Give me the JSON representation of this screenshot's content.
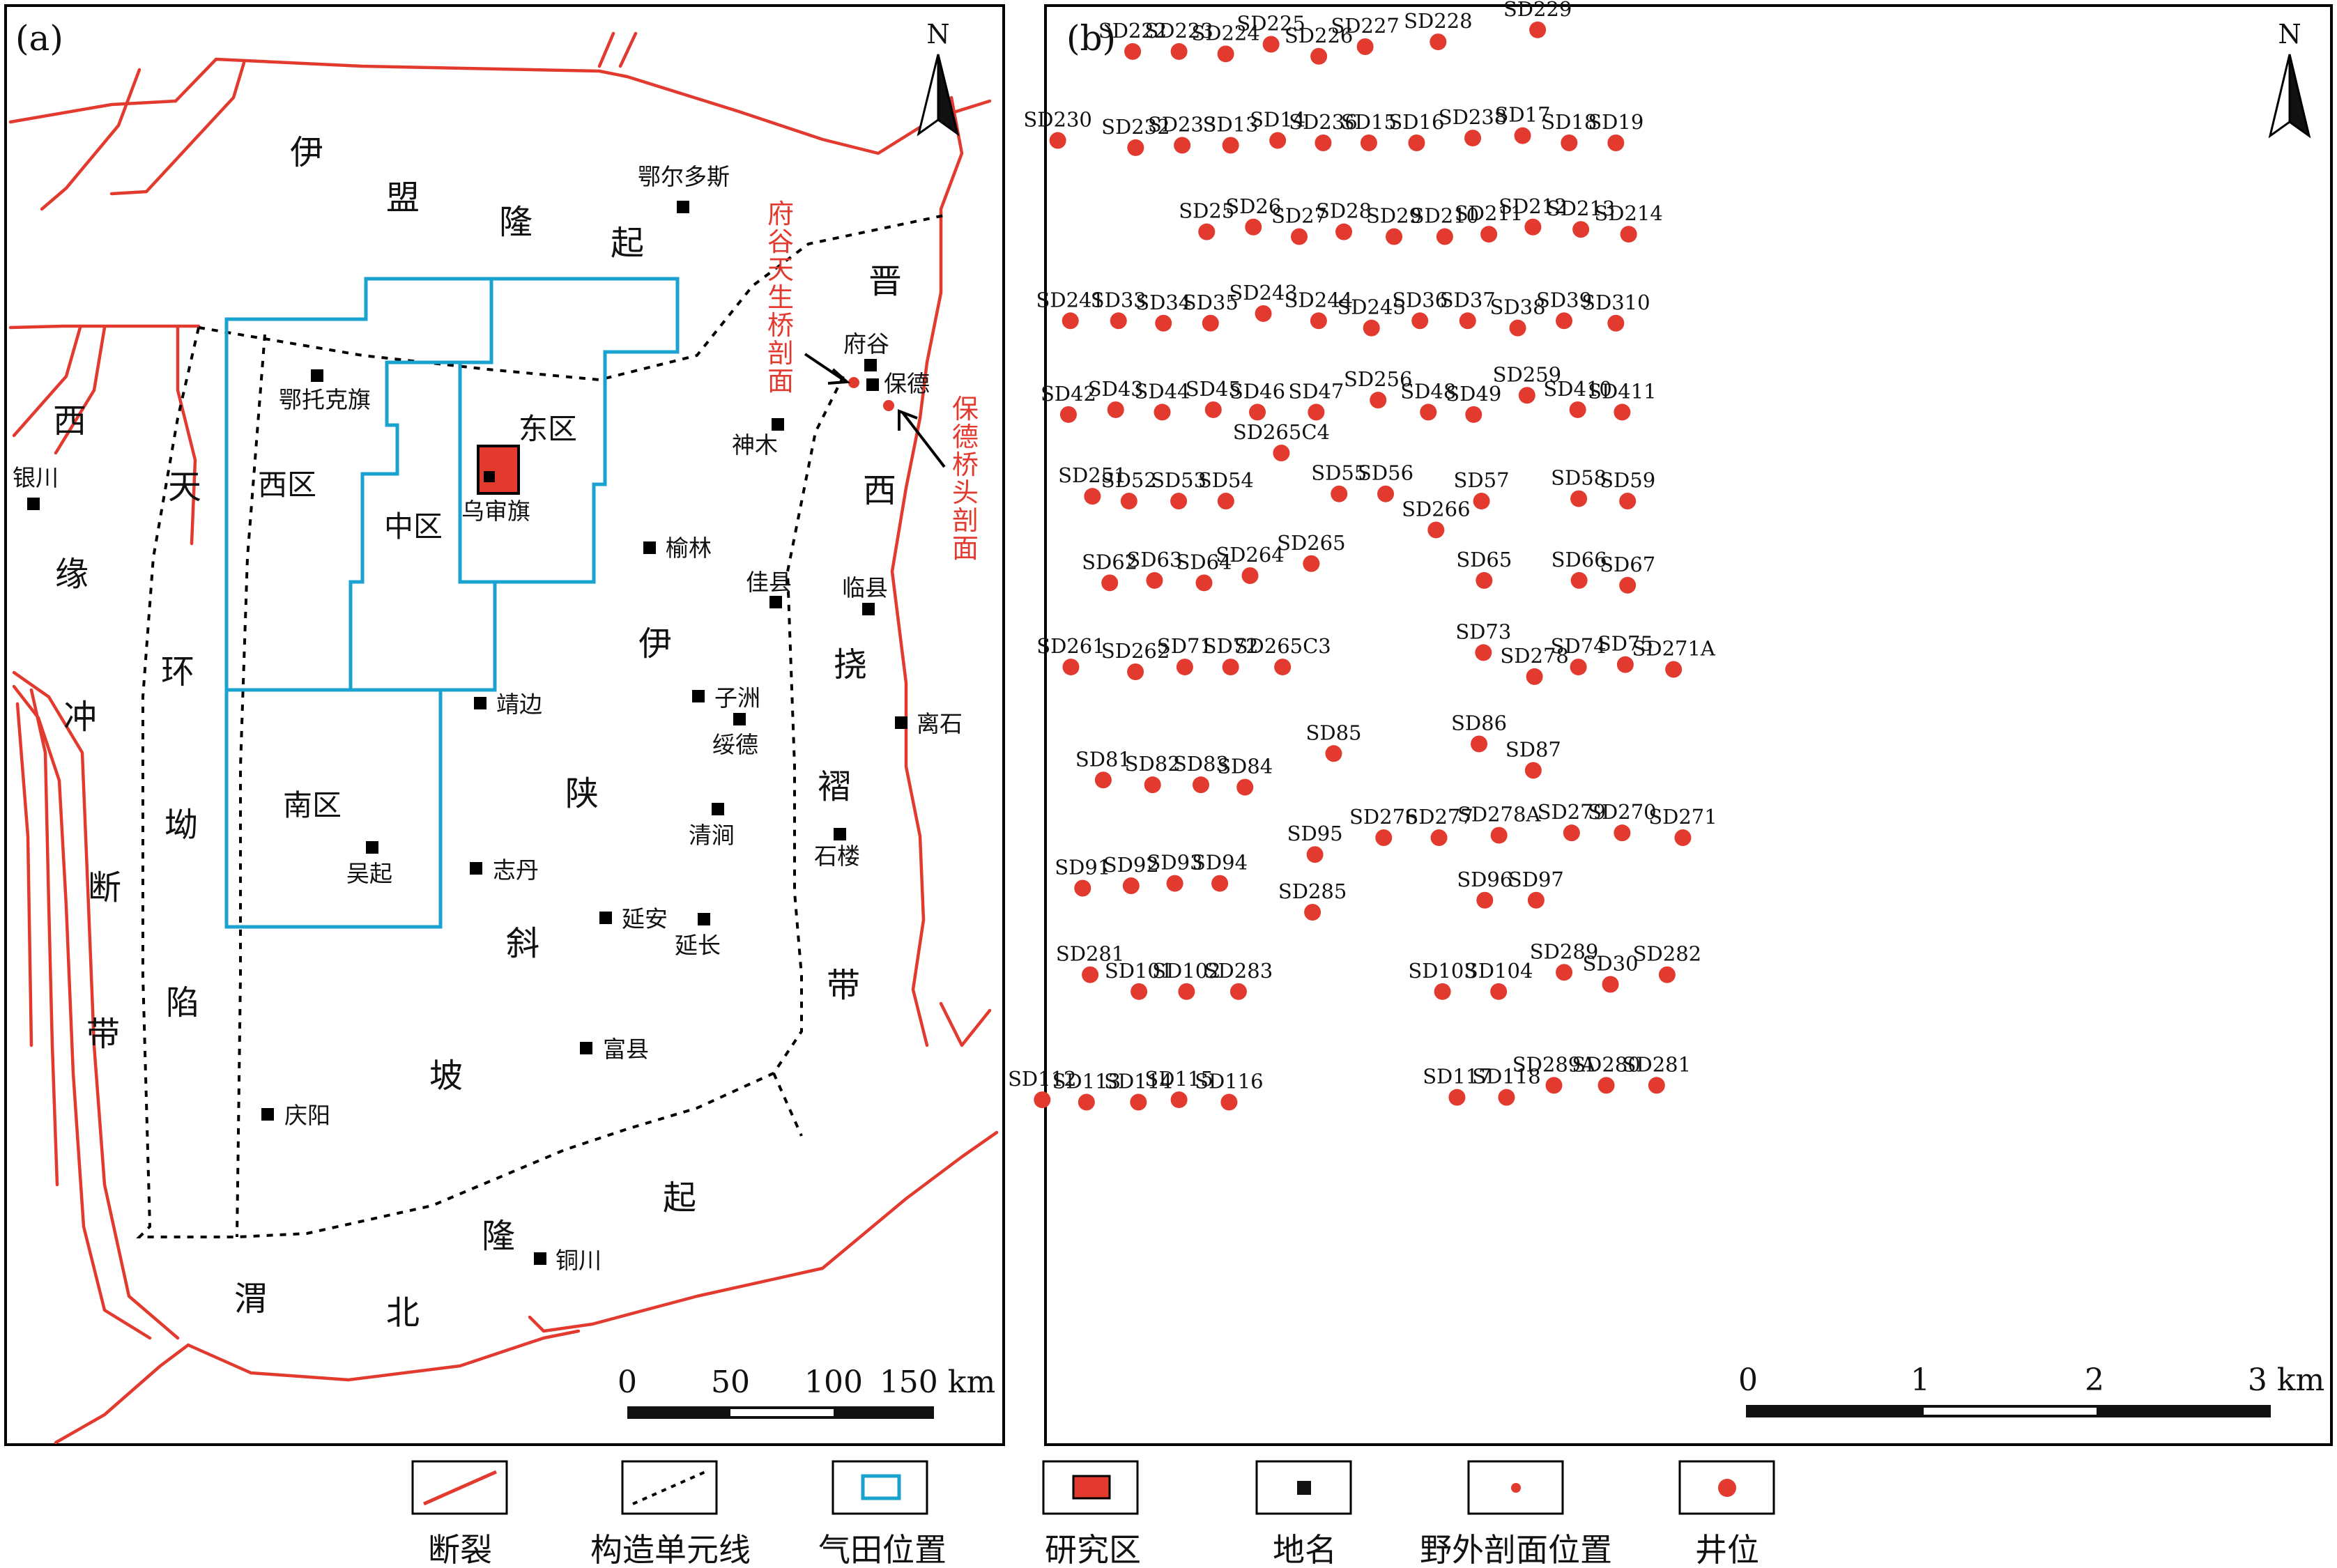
{
  "panel_a": {
    "label": "(a)",
    "north": "N",
    "regions": [
      "伊",
      "盟",
      "隆",
      "起",
      "晋",
      "西",
      "缘",
      "冲",
      "断",
      "带",
      "天",
      "环",
      "坳",
      "陷",
      "伊",
      "陕",
      "斜",
      "坡",
      "挠",
      "褶",
      "带",
      "西",
      "渭",
      "北",
      "隆",
      "起"
    ],
    "region_names_custom": {
      "east_zone": "东区",
      "west_zone": "西区",
      "middle_zone": "中区",
      "south_zone": "南区"
    },
    "places": {
      "erdos": "鄂尔多斯",
      "etuoke": "鄂托克旗",
      "yinchuan": "银川",
      "wushen": "乌审旗",
      "fugu": "府谷",
      "baode": "保德",
      "shenmu": "神木",
      "yulin": "榆林",
      "jiaxian": "佳县",
      "linxian": "临县",
      "jingbian": "靖边",
      "zizhou": "子洲",
      "suide": "绥德",
      "lishi": "离石",
      "qingjian": "清涧",
      "shilou": "石楼",
      "wuqi": "吴起",
      "zhidan": "志丹",
      "yanan": "延安",
      "yanchang": "延长",
      "fuxian": "富县",
      "qingyang": "庆阳",
      "tongchuan": "铜川"
    },
    "section_labels": {
      "fugu_section": "府谷天生桥剖面",
      "baode_section": "保德桥头剖面"
    },
    "scale": {
      "ticks": [
        "0",
        "50",
        "100",
        "150 km"
      ]
    }
  },
  "panel_b": {
    "label": "(b)",
    "north": "N",
    "scale": {
      "ticks": [
        "0",
        "1",
        "2",
        "3 km"
      ]
    },
    "wells": [
      {
        "name": "SD222",
        "x": 1.076,
        "y": 5.38
      },
      {
        "name": "SD223",
        "x": 1.341,
        "y": 5.38
      },
      {
        "name": "SD224",
        "x": 1.608,
        "y": 5.37
      },
      {
        "name": "SD225",
        "x": 1.867,
        "y": 5.41
      },
      {
        "name": "SD226",
        "x": 2.14,
        "y": 5.36
      },
      {
        "name": "SD227",
        "x": 2.405,
        "y": 5.4
      },
      {
        "name": "SD228",
        "x": 2.822,
        "y": 5.42
      },
      {
        "name": "SD229",
        "x": 3.391,
        "y": 5.47
      },
      {
        "name": "SD230",
        "x": 0.648,
        "y": 5.01
      },
      {
        "name": "SD232",
        "x": 1.093,
        "y": 4.98
      },
      {
        "name": "SD233",
        "x": 1.359,
        "y": 4.99
      },
      {
        "name": "SD13",
        "x": 1.636,
        "y": 4.99
      },
      {
        "name": "SD14",
        "x": 1.905,
        "y": 5.01
      },
      {
        "name": "SD236",
        "x": 2.165,
        "y": 5.0
      },
      {
        "name": "SD15",
        "x": 2.426,
        "y": 5.0
      },
      {
        "name": "SD16",
        "x": 2.699,
        "y": 5.0
      },
      {
        "name": "SD238",
        "x": 3.02,
        "y": 5.02
      },
      {
        "name": "SD17",
        "x": 3.305,
        "y": 5.03
      },
      {
        "name": "SD18",
        "x": 3.571,
        "y": 5.0
      },
      {
        "name": "SD19",
        "x": 3.838,
        "y": 5.0
      },
      {
        "name": "SD25",
        "x": 1.499,
        "y": 4.63
      },
      {
        "name": "SD26",
        "x": 1.766,
        "y": 4.65
      },
      {
        "name": "SD27",
        "x": 2.028,
        "y": 4.61
      },
      {
        "name": "SD28",
        "x": 2.283,
        "y": 4.63
      },
      {
        "name": "SD29",
        "x": 2.57,
        "y": 4.61
      },
      {
        "name": "SD210",
        "x": 2.86,
        "y": 4.61
      },
      {
        "name": "SD211",
        "x": 3.112,
        "y": 4.62
      },
      {
        "name": "SD212",
        "x": 3.364,
        "y": 4.65
      },
      {
        "name": "SD213",
        "x": 3.638,
        "y": 4.64
      },
      {
        "name": "SD214",
        "x": 3.911,
        "y": 4.62
      },
      {
        "name": "SD241",
        "x": 0.72,
        "y": 4.26
      },
      {
        "name": "SD33",
        "x": 0.995,
        "y": 4.26
      },
      {
        "name": "SD34",
        "x": 1.252,
        "y": 4.25
      },
      {
        "name": "SD35",
        "x": 1.521,
        "y": 4.25
      },
      {
        "name": "SD243",
        "x": 1.823,
        "y": 4.29
      },
      {
        "name": "SD244",
        "x": 2.139,
        "y": 4.26
      },
      {
        "name": "SD245",
        "x": 2.441,
        "y": 4.23
      },
      {
        "name": "SD36",
        "x": 2.718,
        "y": 4.26
      },
      {
        "name": "SD37",
        "x": 2.991,
        "y": 4.26
      },
      {
        "name": "SD38",
        "x": 3.277,
        "y": 4.23
      },
      {
        "name": "SD39",
        "x": 3.542,
        "y": 4.26
      },
      {
        "name": "SD310",
        "x": 3.838,
        "y": 4.25
      },
      {
        "name": "SD42",
        "x": 0.709,
        "y": 3.87
      },
      {
        "name": "SD43",
        "x": 0.979,
        "y": 3.89
      },
      {
        "name": "SD44",
        "x": 1.245,
        "y": 3.88
      },
      {
        "name": "SD45",
        "x": 1.537,
        "y": 3.89
      },
      {
        "name": "SD46",
        "x": 1.789,
        "y": 3.88
      },
      {
        "name": "SD47",
        "x": 2.125,
        "y": 3.88
      },
      {
        "name": "SD256",
        "x": 2.479,
        "y": 3.93
      },
      {
        "name": "SD48",
        "x": 2.766,
        "y": 3.88
      },
      {
        "name": "SD49",
        "x": 3.025,
        "y": 3.87
      },
      {
        "name": "SD259",
        "x": 3.33,
        "y": 3.95
      },
      {
        "name": "SD410",
        "x": 3.62,
        "y": 3.89
      },
      {
        "name": "SD411",
        "x": 3.874,
        "y": 3.88
      },
      {
        "name": "SD265C4",
        "x": 1.926,
        "y": 3.71
      },
      {
        "name": "SD251",
        "x": 0.846,
        "y": 3.53
      },
      {
        "name": "SD52",
        "x": 1.055,
        "y": 3.51
      },
      {
        "name": "SD53",
        "x": 1.339,
        "y": 3.51
      },
      {
        "name": "SD54",
        "x": 1.609,
        "y": 3.51
      },
      {
        "name": "SD55",
        "x": 2.256,
        "y": 3.54
      },
      {
        "name": "SD56",
        "x": 2.522,
        "y": 3.54
      },
      {
        "name": "SD266",
        "x": 2.81,
        "y": 3.39
      },
      {
        "name": "SD57",
        "x": 3.07,
        "y": 3.51
      },
      {
        "name": "SD58",
        "x": 3.626,
        "y": 3.52
      },
      {
        "name": "SD59",
        "x": 3.905,
        "y": 3.51
      },
      {
        "name": "SD62",
        "x": 0.945,
        "y": 3.17
      },
      {
        "name": "SD63",
        "x": 1.201,
        "y": 3.18
      },
      {
        "name": "SD64",
        "x": 1.484,
        "y": 3.17
      },
      {
        "name": "SD264",
        "x": 1.747,
        "y": 3.2
      },
      {
        "name": "SD265",
        "x": 2.097,
        "y": 3.25
      },
      {
        "name": "SD65",
        "x": 3.085,
        "y": 3.18
      },
      {
        "name": "SD66",
        "x": 3.628,
        "y": 3.18
      },
      {
        "name": "SD67",
        "x": 3.905,
        "y": 3.16
      },
      {
        "name": "SD261",
        "x": 0.723,
        "y": 2.82
      },
      {
        "name": "SD262",
        "x": 1.092,
        "y": 2.8
      },
      {
        "name": "SD71",
        "x": 1.374,
        "y": 2.82
      },
      {
        "name": "SD72",
        "x": 1.636,
        "y": 2.82
      },
      {
        "name": "SD265C3",
        "x": 1.933,
        "y": 2.82
      },
      {
        "name": "SD73",
        "x": 3.081,
        "y": 2.88
      },
      {
        "name": "SD278",
        "x": 3.373,
        "y": 2.78
      },
      {
        "name": "SD74",
        "x": 3.624,
        "y": 2.82
      },
      {
        "name": "SD75",
        "x": 3.892,
        "y": 2.83
      },
      {
        "name": "SD271A",
        "x": 4.168,
        "y": 2.81
      },
      {
        "name": "SD85",
        "x": 2.225,
        "y": 2.46
      },
      {
        "name": "SD86",
        "x": 3.056,
        "y": 2.5
      },
      {
        "name": "SD87",
        "x": 3.366,
        "y": 2.39
      },
      {
        "name": "SD81",
        "x": 0.908,
        "y": 2.35
      },
      {
        "name": "SD82",
        "x": 1.19,
        "y": 2.33
      },
      {
        "name": "SD83",
        "x": 1.466,
        "y": 2.33
      },
      {
        "name": "SD84",
        "x": 1.718,
        "y": 2.32
      },
      {
        "name": "SD95",
        "x": 2.118,
        "y": 2.04
      },
      {
        "name": "SD276",
        "x": 2.511,
        "y": 2.11
      },
      {
        "name": "SD277",
        "x": 2.827,
        "y": 2.11
      },
      {
        "name": "SD278A",
        "x": 3.17,
        "y": 2.12
      },
      {
        "name": "SD279",
        "x": 3.585,
        "y": 2.13
      },
      {
        "name": "SD270",
        "x": 3.874,
        "y": 2.13
      },
      {
        "name": "SD271",
        "x": 4.221,
        "y": 2.11
      },
      {
        "name": "SD91",
        "x": 0.79,
        "y": 1.9
      },
      {
        "name": "SD92",
        "x": 1.067,
        "y": 1.91
      },
      {
        "name": "SD93",
        "x": 1.317,
        "y": 1.92
      },
      {
        "name": "SD94",
        "x": 1.574,
        "y": 1.92
      },
      {
        "name": "SD285",
        "x": 2.104,
        "y": 1.8
      },
      {
        "name": "SD96",
        "x": 3.089,
        "y": 1.85
      },
      {
        "name": "SD97",
        "x": 3.382,
        "y": 1.85
      },
      {
        "name": "SD281",
        "x": 0.833,
        "y": 1.54
      },
      {
        "name": "SD101",
        "x": 1.112,
        "y": 1.47
      },
      {
        "name": "SD102",
        "x": 1.384,
        "y": 1.47
      },
      {
        "name": "SD283",
        "x": 1.681,
        "y": 1.47
      },
      {
        "name": "SD103",
        "x": 2.847,
        "y": 1.47
      },
      {
        "name": "SD104",
        "x": 3.168,
        "y": 1.47
      },
      {
        "name": "SD289",
        "x": 3.542,
        "y": 1.55
      },
      {
        "name": "SD30",
        "x": 3.807,
        "y": 1.5
      },
      {
        "name": "SD282",
        "x": 4.131,
        "y": 1.54
      },
      {
        "name": "SD112",
        "x": 0.559,
        "y": 1.02
      },
      {
        "name": "SD113",
        "x": 0.812,
        "y": 1.01
      },
      {
        "name": "SD114",
        "x": 1.109,
        "y": 1.01
      },
      {
        "name": "SD115",
        "x": 1.341,
        "y": 1.02
      },
      {
        "name": "SD116",
        "x": 1.627,
        "y": 1.01
      },
      {
        "name": "SD117",
        "x": 2.93,
        "y": 1.03
      },
      {
        "name": "SD118",
        "x": 3.213,
        "y": 1.03
      },
      {
        "name": "SD289A",
        "x": 3.484,
        "y": 1.08
      },
      {
        "name": "SD280",
        "x": 3.783,
        "y": 1.08
      },
      {
        "name": "SD281",
        "x": 4.071,
        "y": 1.08
      }
    ]
  },
  "legend": {
    "items": [
      {
        "key": "fault",
        "label": "断裂"
      },
      {
        "key": "tectonic",
        "label": "构造单元线"
      },
      {
        "key": "gasfield",
        "label": "气田位置"
      },
      {
        "key": "study",
        "label": "研究区"
      },
      {
        "key": "place",
        "label": "地名"
      },
      {
        "key": "section",
        "label": "野外剖面位置"
      },
      {
        "key": "well",
        "label": "井位"
      }
    ]
  },
  "colors": {
    "fault": "#e23a2e",
    "gasfield": "#1aa3d0",
    "well": "#e23a2e",
    "study": "#e23a2e",
    "text": "#111111"
  }
}
